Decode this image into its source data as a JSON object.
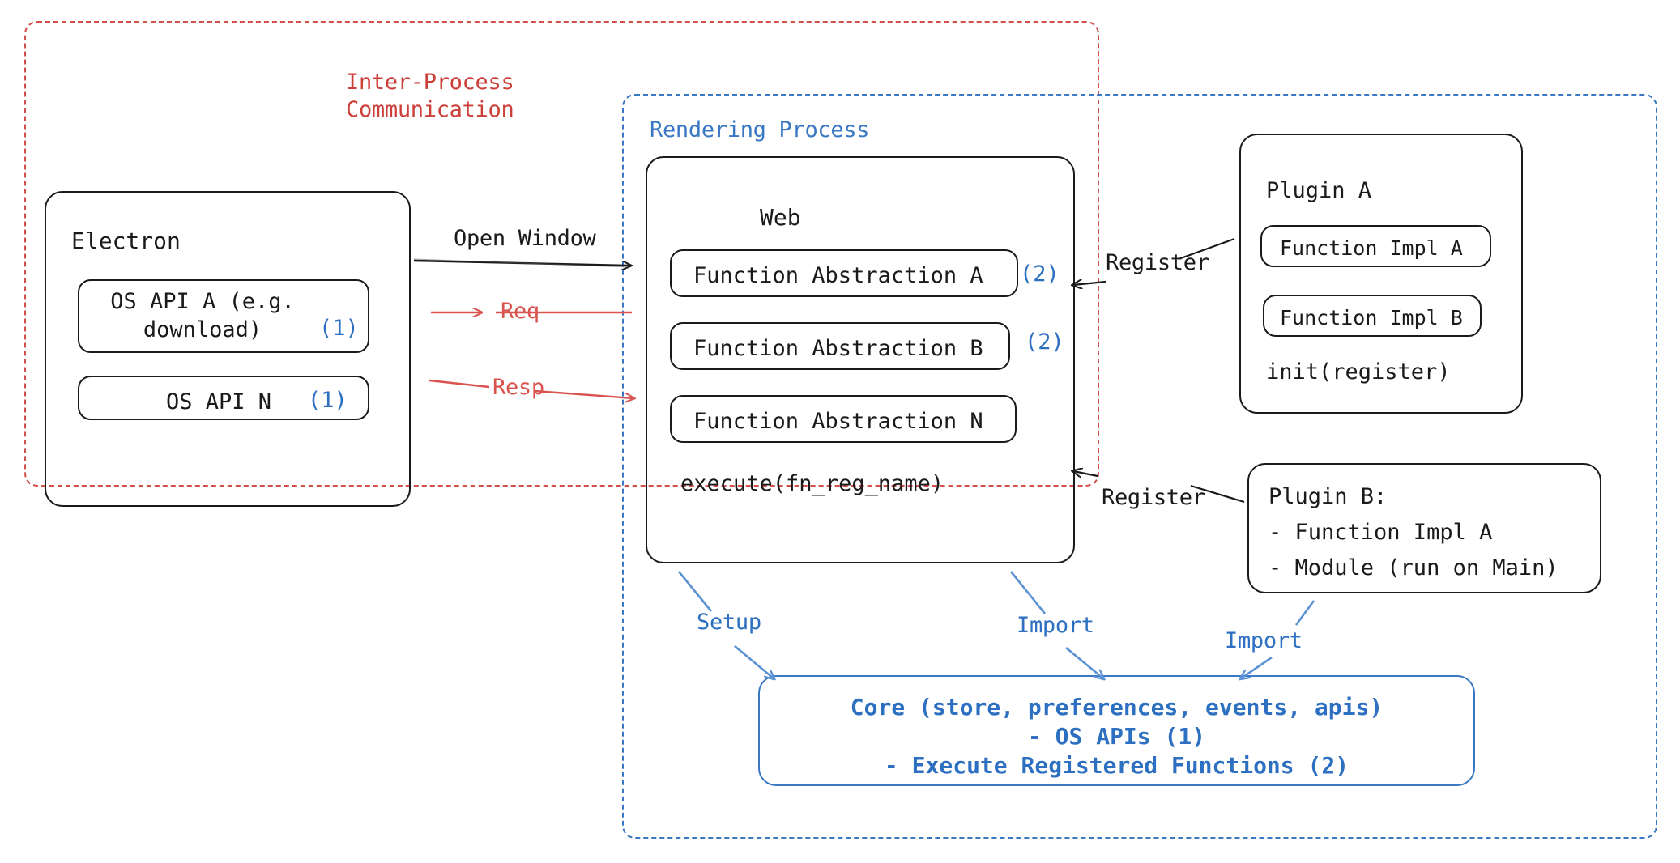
{
  "diagram": {
    "title": "Electron plugin architecture",
    "colors": {
      "ipc_red": "#d2504b",
      "render_blue": "#3b78c3",
      "text_black": "#1a1a1a",
      "accent_blue": "#2d6fc0",
      "arrow_red": "#d9534f"
    }
  },
  "groups": {
    "ipc": {
      "label": "Inter-Process\nCommunication"
    },
    "rendering": {
      "label": "Rendering Process"
    }
  },
  "electron": {
    "title": "Electron",
    "apis": [
      {
        "label": "OS API A (e.g.\ndownload)",
        "marker": "(1)"
      },
      {
        "label": "OS API N",
        "marker": "(1)"
      }
    ]
  },
  "web": {
    "title": "Web",
    "abstractions": [
      {
        "label": "Function Abstraction A",
        "marker": "(2)"
      },
      {
        "label": "Function Abstraction B",
        "marker": "(2)"
      },
      {
        "label": "Function Abstraction N",
        "marker": ""
      }
    ],
    "execute": "execute(fn_reg_name)"
  },
  "plugin_a": {
    "title": "Plugin A",
    "impls": [
      {
        "label": "Function Impl A"
      },
      {
        "label": "Function Impl B"
      }
    ],
    "init": "init(register)"
  },
  "plugin_b": {
    "title": "Plugin B:",
    "lines": [
      "- Function Impl A",
      "- Module (run on Main)"
    ]
  },
  "core": {
    "line1": "Core (store, preferences, events, apis)",
    "line2": "- OS APIs (1)",
    "line3": "- Execute Registered Functions (2)"
  },
  "edges": {
    "open_window": "Open Window",
    "req": "Req",
    "resp": "Resp",
    "register_a": "Register",
    "register_b": "Register",
    "setup": "Setup",
    "import_web": "Import",
    "import_plugin": "Import"
  }
}
